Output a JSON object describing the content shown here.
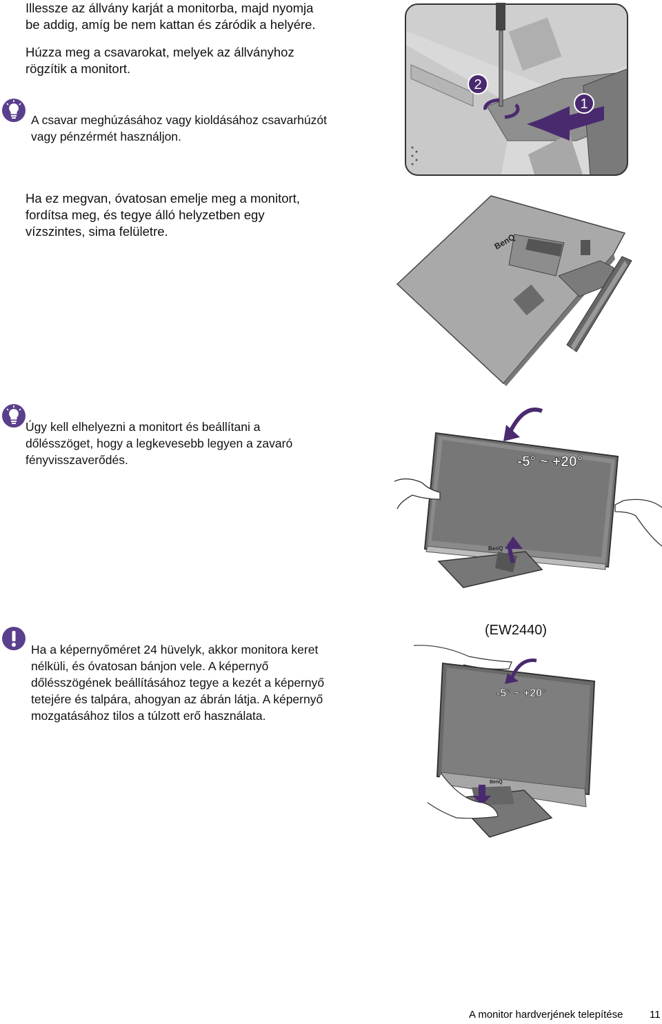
{
  "paragraphs": {
    "p1": [
      "Illessze az állvány karját a monitorba, majd nyomja",
      "be addig, amíg be nem kattan és záródik a helyére."
    ],
    "p2": [
      "Húzza meg a csavarokat, melyek az állványhoz",
      "rögzítik a monitort."
    ],
    "p3": [
      "Ha ez megvan, óvatosan emelje meg a monitort,",
      "fordítsa meg, és tegye álló helyzetben egy",
      "vízszintes, sima felületre."
    ]
  },
  "notes": {
    "tip1": [
      "A csavar meghúzásához vagy kioldásához csavarhúzót",
      "vagy pénzérmét használjon."
    ],
    "tip2": [
      "Úgy kell elhelyezni a monitort és beállítani a",
      "dőlésszöget, hogy a legkevesebb legyen a zavaró",
      "fényvisszaverődés."
    ],
    "warning": [
      "Ha a képernyőméret 24 hüvelyk, akkor monitora keret",
      "nélküli, és óvatosan bánjon vele. A képernyő",
      "dőlésszögének beállításához tegye a kezét a képernyő",
      "tetejére és talpára, ahogyan az ábrán látja. A képernyő",
      "mozgatásához tilos a túlzott erő használata."
    ]
  },
  "figures": {
    "step_markers": [
      "2",
      "1"
    ],
    "brand": "BenQ",
    "tilt_label": "-5° ~ +20°",
    "model_caption": "(EW2440)",
    "tilt_label_small": "-5° ~ +20°"
  },
  "icons": {
    "tip": "lightbulb-icon",
    "warning": "exclamation-icon"
  },
  "colors": {
    "accent": "#6b2f7e",
    "arrow": "#4a2a6e",
    "icon_bg": "#5a3f8c"
  },
  "footer": {
    "section": "A monitor hardverjének telepítése",
    "page": "11"
  }
}
